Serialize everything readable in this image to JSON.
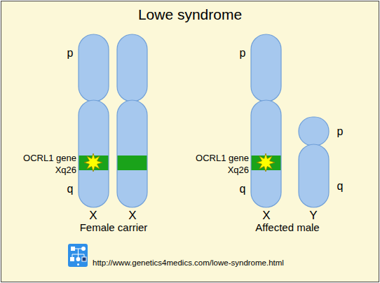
{
  "diagram": {
    "title": "Lowe syndrome",
    "labels": [
      "p",
      "OCRL1 gene",
      "Xq26",
      "q",
      "X",
      "X",
      "Female carrier",
      "p",
      "OCRL1 gene",
      "Xq26",
      "q",
      "X",
      "p",
      "q",
      "Y",
      "Affected male",
      "http://www.genetics4medics.com/lowe-syndrome.html"
    ]
  }
}
